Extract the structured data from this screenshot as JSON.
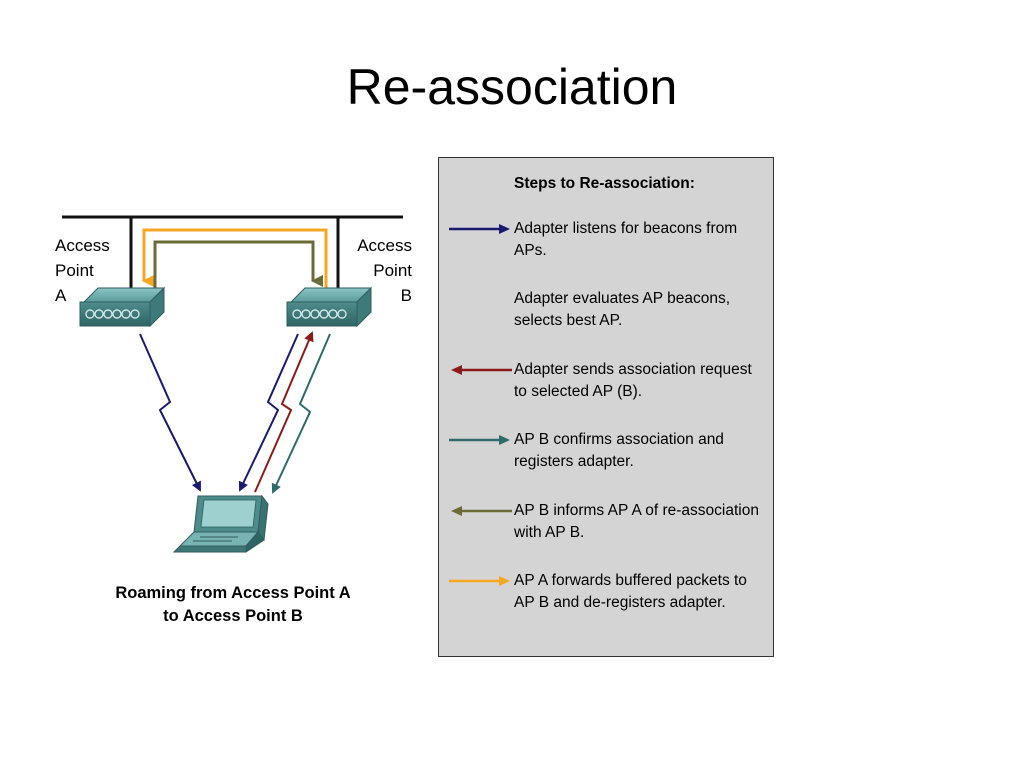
{
  "slide": {
    "title": "Re-association"
  },
  "diagram": {
    "ap_a_label": [
      "Access",
      "Point",
      "A"
    ],
    "ap_b_label": [
      "Access",
      "Point",
      "B"
    ],
    "caption": [
      "Roaming from Access Point A",
      "to Access Point B"
    ]
  },
  "steps": {
    "title": "Steps to Re-association:",
    "items": [
      {
        "text": "Adapter listens for beacons from APs.",
        "arrow_color": "#1a1a6e",
        "has_arrow": true
      },
      {
        "text": "Adapter evaluates AP beacons, selects best AP.",
        "arrow_color": "",
        "has_arrow": false
      },
      {
        "text": "Adapter sends association request to selected AP (B).",
        "arrow_color": "#8b1a1a",
        "has_arrow": true
      },
      {
        "text": "AP B confirms association and registers adapter.",
        "arrow_color": "#2e6b6b",
        "has_arrow": true
      },
      {
        "text": "AP B informs AP A of re-association with AP B.",
        "arrow_color": "#6b6b3a",
        "has_arrow": true
      },
      {
        "text": "AP A forwards buffered packets to AP B and de-registers adapter.",
        "arrow_color": "#f5a623",
        "has_arrow": true
      }
    ]
  },
  "colors": {
    "beacon": "#1a1a6e",
    "request": "#8b1a1a",
    "confirm": "#2e6b6b",
    "inform": "#6b6b3a",
    "forward": "#f5a623",
    "device": "#5a9a9a",
    "panel_bg": "#d4d4d4"
  }
}
